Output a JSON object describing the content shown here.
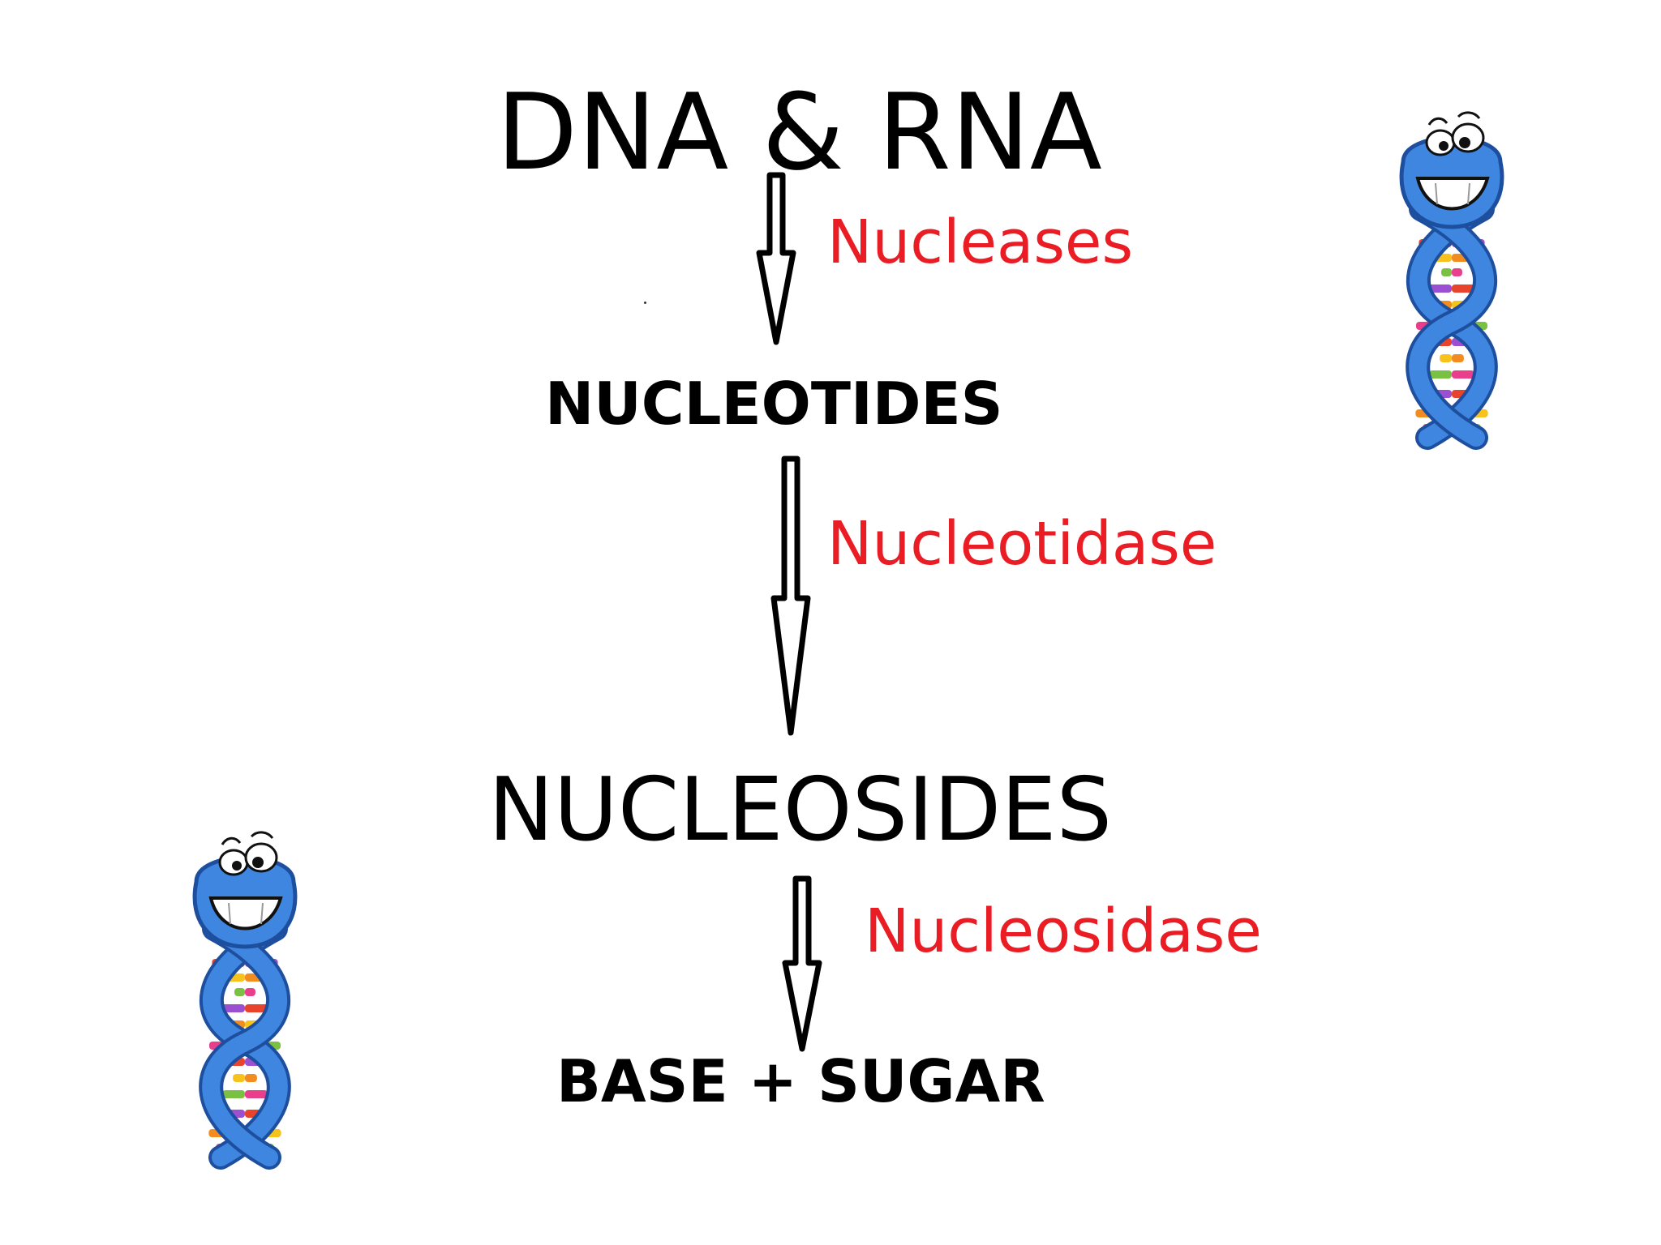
{
  "diagram": {
    "nodes": {
      "dna_rna": "DNA & RNA",
      "nucleotides": "NUCLEOTIDES",
      "nucleosides": "NUCLEOSIDES",
      "base_sugar": "BASE + SUGAR"
    },
    "enzymes": {
      "step1": "Nucleases",
      "step2": "Nucleotidase",
      "step3": "Nucleosidase"
    },
    "colors": {
      "text": "#000000",
      "enzyme": "#ea1c24",
      "dna_blue": "#3f86e0",
      "dna_blue_dark": "#1d4f9e",
      "base_colors": [
        "#e8432d",
        "#f7c21b",
        "#7ac143",
        "#9b4fd1",
        "#f28c1e",
        "#e83e8c"
      ]
    },
    "icons": [
      "dna-mascot-icon",
      "arrow-down-icon"
    ]
  }
}
